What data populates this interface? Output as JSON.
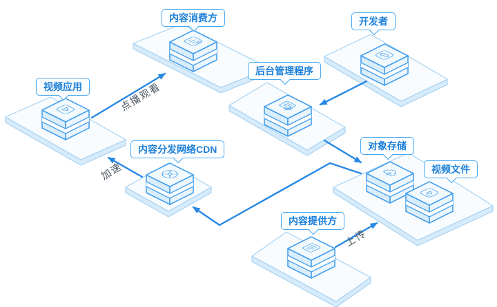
{
  "nodes": {
    "consumer": {
      "label": "内容消费方",
      "icon": "audience-icon"
    },
    "developer": {
      "label": "开发者",
      "icon": "code-icon"
    },
    "backend": {
      "label": "后台管理程序",
      "icon": "admin-program-icon"
    },
    "video_app": {
      "label": "视频应用",
      "icon": "video-play-icon"
    },
    "cdn": {
      "label": "内容分发网络CDN",
      "icon": "network-globe-icon"
    },
    "object_storage": {
      "label": "对象存储",
      "icon": "cloud-storage-icon"
    },
    "video_file": {
      "label": "视频文件",
      "icon": "video-file-icon"
    },
    "provider": {
      "label": "内容提供方",
      "icon": "document-icon"
    }
  },
  "edges": {
    "play": {
      "from": "video_app",
      "to": "consumer",
      "label": "点播观看"
    },
    "accelerate": {
      "from": "cdn",
      "to": "video_app",
      "label": "加速"
    },
    "upload": {
      "from": "provider",
      "to": "object_storage",
      "label": "上传"
    },
    "developer_to_backend": {
      "from": "developer",
      "to": "backend"
    },
    "backend_to_storage": {
      "from": "backend",
      "to": "object_storage"
    },
    "storage_to_cdn": {
      "from": "object_storage",
      "to": "cdn"
    }
  },
  "colors": {
    "arrow": "#2688E3",
    "cube_stroke": "#47A0EC",
    "icon_stroke": "#3D9BEA",
    "platform_stroke": "#A6D2F2",
    "platform_side": "#D7EBFA",
    "bubble_border": "#45A8F2",
    "bubble_text": "#1B7FD9",
    "edge_label_text": "#4D5965"
  }
}
